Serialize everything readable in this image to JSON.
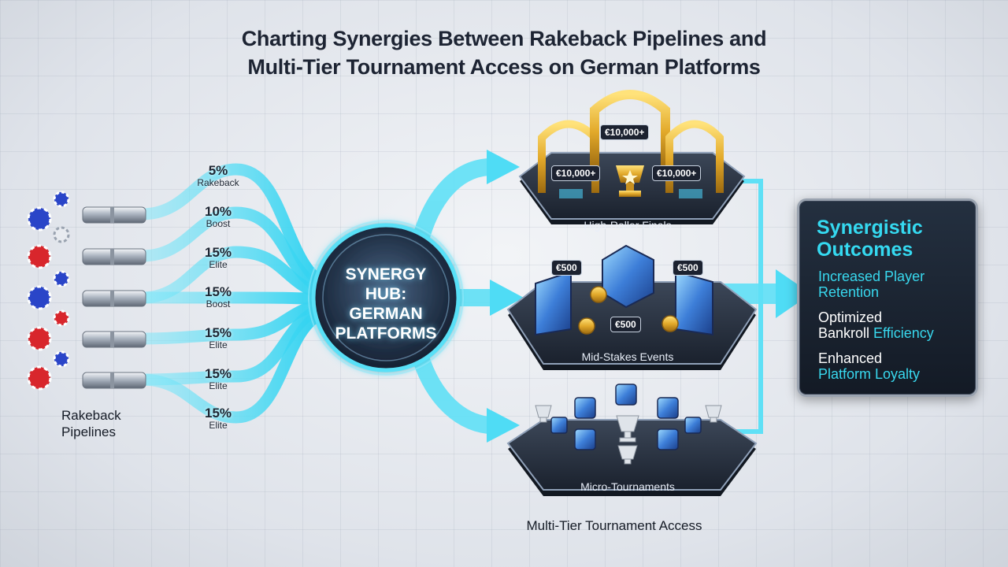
{
  "title": {
    "line1": "Charting Synergies Between Rakeback Pipelines and",
    "line2": "Multi-Tier Tournament Access on German Platforms"
  },
  "pipelines": {
    "caption_line1": "Rakeback",
    "caption_line2": "Pipelines",
    "rates": [
      {
        "pct": "5%",
        "label": "Rakeback"
      },
      {
        "pct": "10%",
        "label": "Boost"
      },
      {
        "pct": "15%",
        "label": "Elite"
      },
      {
        "pct": "15%",
        "label": "Boost"
      },
      {
        "pct": "15%",
        "label": "Elite"
      },
      {
        "pct": "15%",
        "label": "Elite"
      },
      {
        "pct": "15%",
        "label": "Elite"
      }
    ]
  },
  "hub": {
    "line1": "SYNERGY",
    "line2": "HUB:",
    "line3": "GERMAN",
    "line4": "PLATFORMS"
  },
  "tiers": {
    "caption": "Multi-Tier Tournament Access",
    "high_roller": {
      "label": "High-Roller Finals",
      "prize_top": "€10,000+",
      "prize_left": "€10,000+",
      "prize_right": "€10,000+"
    },
    "mid_stakes": {
      "label": "Mid-Stakes Events",
      "prize_left": "€500",
      "prize_right": "€500",
      "prize_center": "€500"
    },
    "micro": {
      "label": "Micro-Tournaments"
    }
  },
  "outcomes": {
    "title_line1": "Synergistic",
    "title_line2": "Outcomes",
    "items": [
      {
        "white": "",
        "cyan1": "Increased Player",
        "cyan2": "Retention"
      },
      {
        "white": "Optimized",
        "white2": "Bankroll",
        "cyan": "Efficiency"
      },
      {
        "white": "Enhanced",
        "cyan": "Platform Loyalty"
      }
    ]
  },
  "colors": {
    "accent_cyan": "#35d9f0",
    "panel_dark": "#1c2433",
    "gold": "#e0b030",
    "chip_red": "#d8262c",
    "chip_blue": "#2a45c8"
  }
}
